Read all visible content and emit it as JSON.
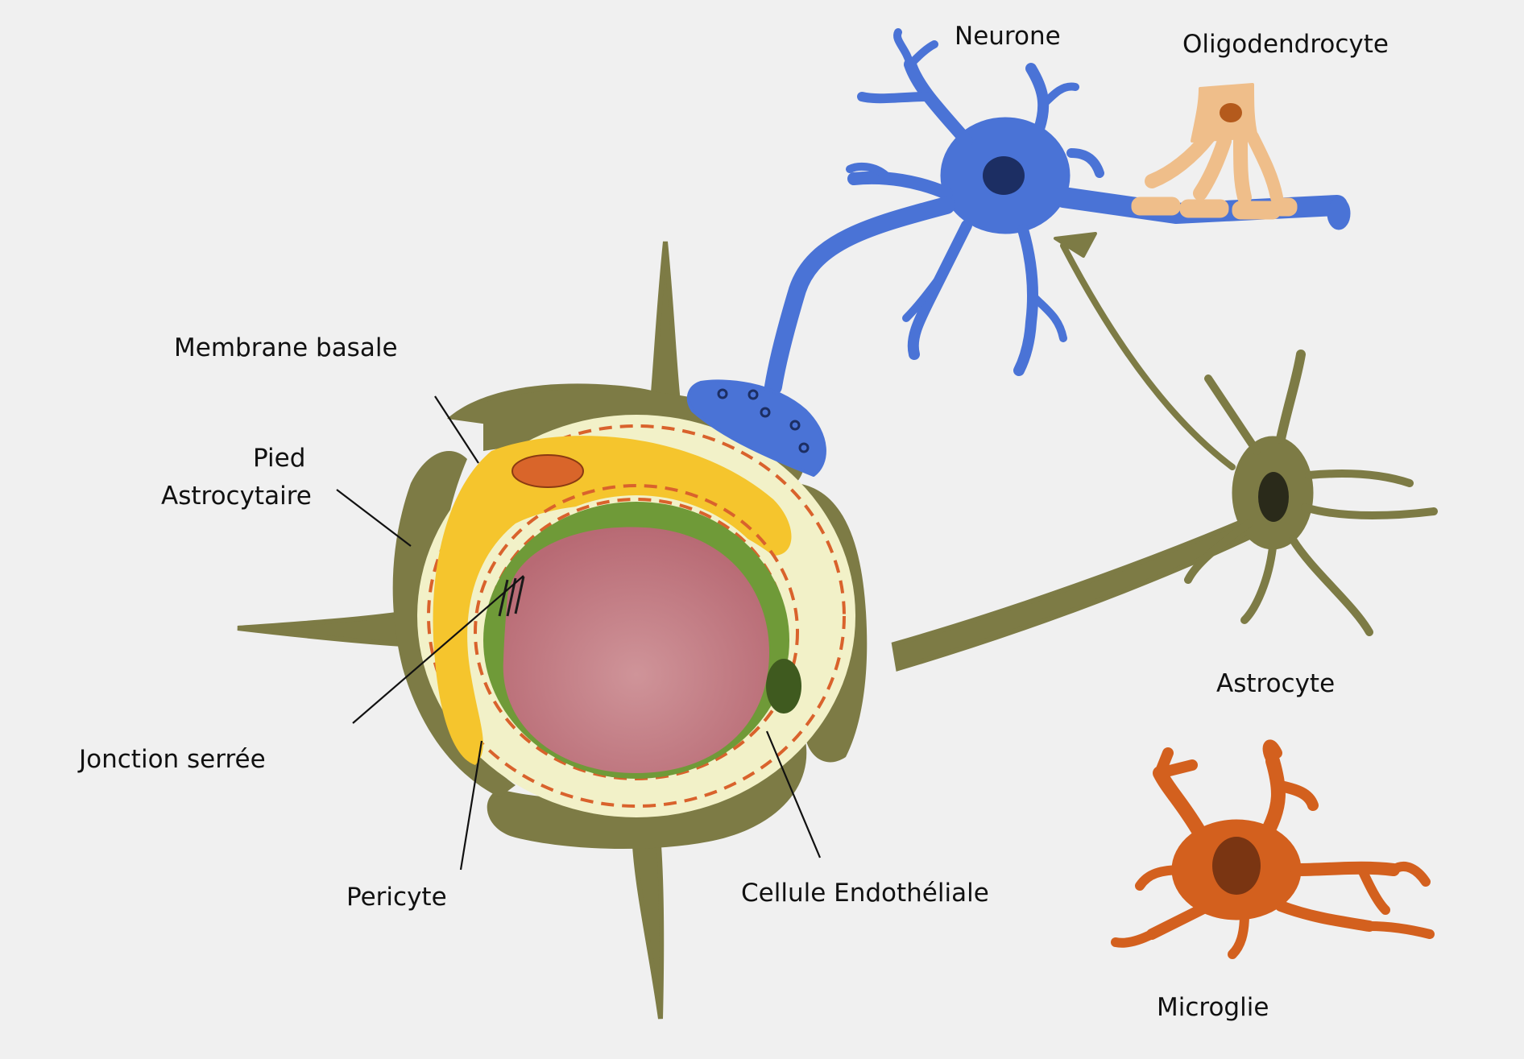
{
  "labels": {
    "neurone": "Neurone",
    "oligodendrocyte": "Oligodendrocyte",
    "membrane_basale": "Membrane basale",
    "pied_line1": "Pied",
    "pied_line2": "Astrocytaire",
    "jonction_serree": "Jonction serrée",
    "pericyte": "Pericyte",
    "cellule_endotheliale": "Cellule Endothéliale",
    "astrocyte": "Astrocyte",
    "microglie": "Microglie"
  },
  "colors": {
    "background": "#f0f0f0",
    "astrocyte": "#7d7b45",
    "basal_membrane": "#f2f1c8",
    "dashes": "#d9622c",
    "pericyte": "#f5c52d",
    "pericyte_nucleus": "#d9652a",
    "endothelial": "#6f9a38",
    "endothelial_nucleus": "#3f5a1f",
    "lumen": "#c27c84",
    "neuron": "#4a73d6",
    "neuron_nucleus": "#1c2e63",
    "oligodendrocyte": "#efbe8a",
    "oligodendrocyte_nucleus": "#b45a1c",
    "microglia": "#d3601e",
    "microglia_nucleus": "#7a3512",
    "leader_line": "#111111"
  }
}
